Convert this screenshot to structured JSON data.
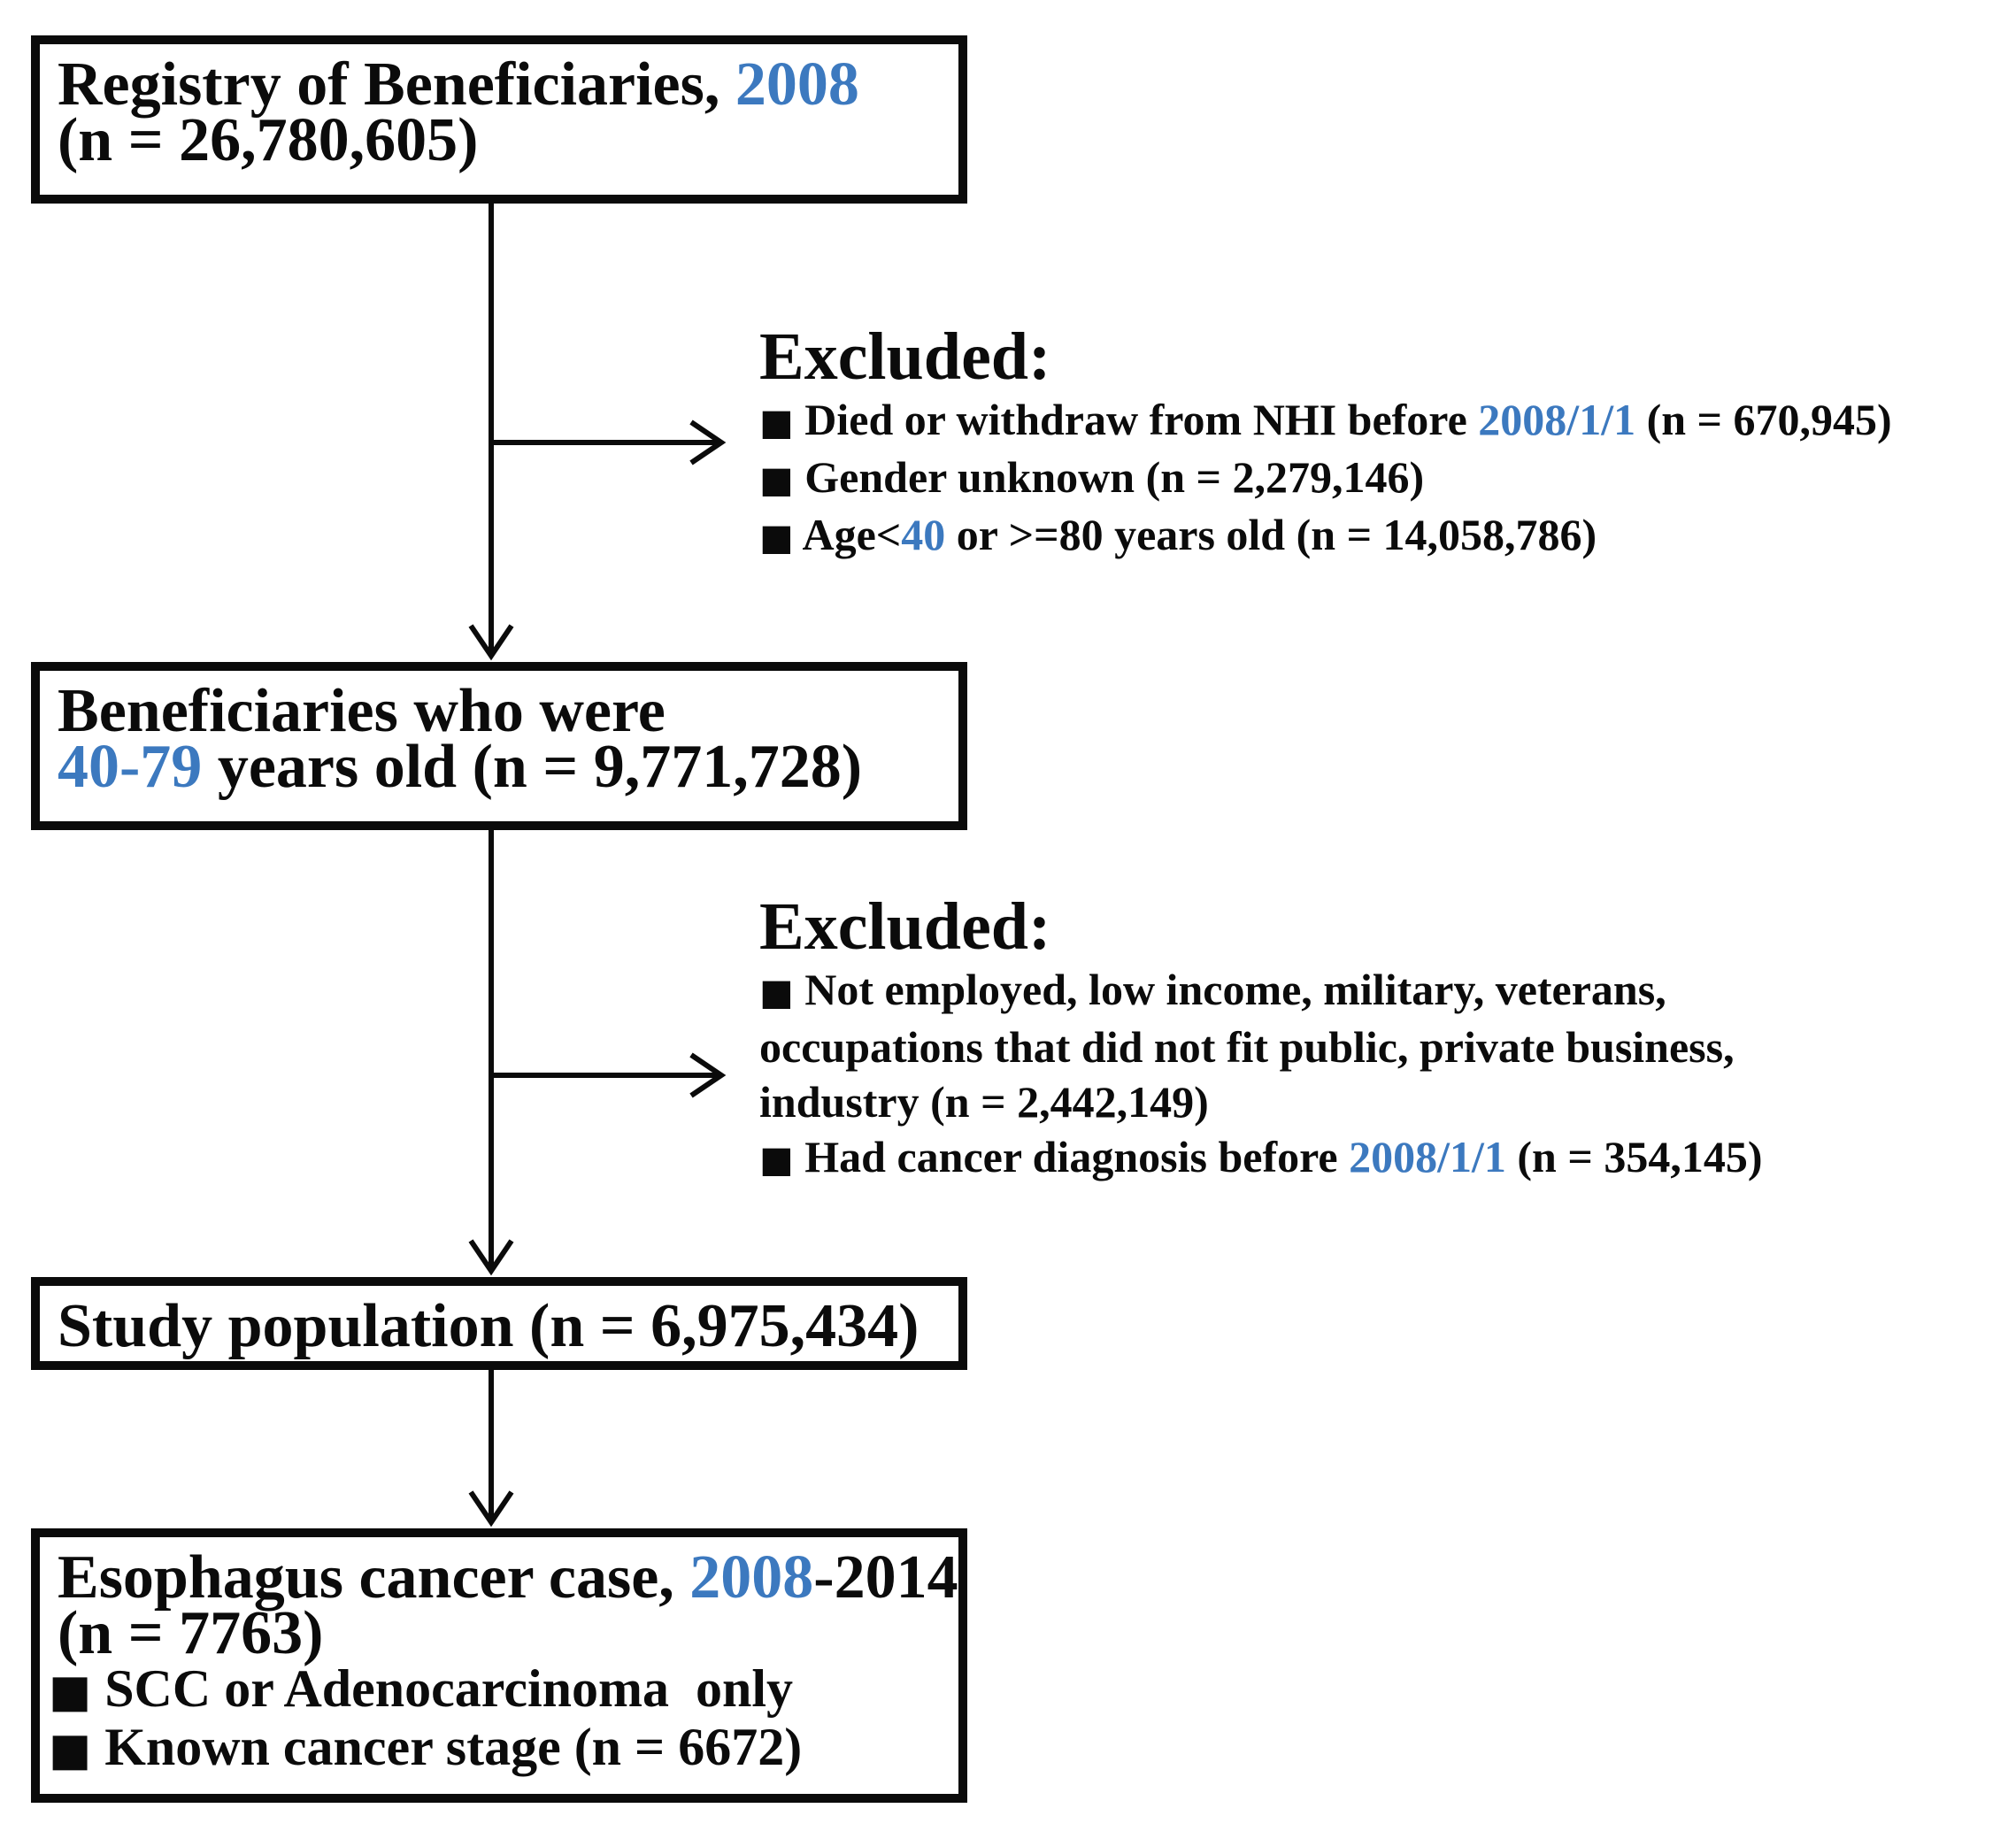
{
  "figure": {
    "type": "study-flowchart",
    "colors": {
      "accent_blue": "#3c79bf",
      "line_black": "#0b0b0b",
      "background": "#ffffff"
    },
    "glyphs": {
      "bullet": "■"
    },
    "boxes": {
      "registry": {
        "line1_pre": "Registry of Beneficiaries, ",
        "line1_year": "2008",
        "line2": "(n = 26,780,605)"
      },
      "beneficiaries": {
        "line1": "Beneficiaries who were",
        "line2_age": "40-79",
        "line2_rest": " years old (n = 9,771,728)"
      },
      "study_population": {
        "line1": "Study population (n = 6,975,434)"
      },
      "esophagus": {
        "line1_pre": "Esophagus cancer case, ",
        "line1_year": "2008",
        "line1_post": "-2014",
        "line2": "(n = 7763)",
        "bullet1_text": " SCC or Adenocarcinoma  only",
        "bullet2_text": " Known cancer stage (n = 6672)"
      }
    },
    "exclusions1": {
      "title": "Excluded:",
      "item1_pre": " Died or withdraw from NHI before ",
      "item1_date": "2008/1/1",
      "item1_post": " (n = 670,945)",
      "item2_text": " Gender unknown (n = 2,279,146)",
      "item3_pre": " Age<",
      "item3_age": "40",
      "item3_post": " or >=80 years old (n = 14,058,786)"
    },
    "exclusions2": {
      "title": "Excluded:",
      "item1_line1": " Not employed, low income, military, veterans,",
      "item1_line2": "occupations that did not fit public, private business,",
      "item1_line3": "industry (n = 2,442,149)",
      "item2_pre": " Had cancer diagnosis before ",
      "item2_date": "2008/1/1",
      "item2_post": " (n = 354,145)"
    }
  }
}
